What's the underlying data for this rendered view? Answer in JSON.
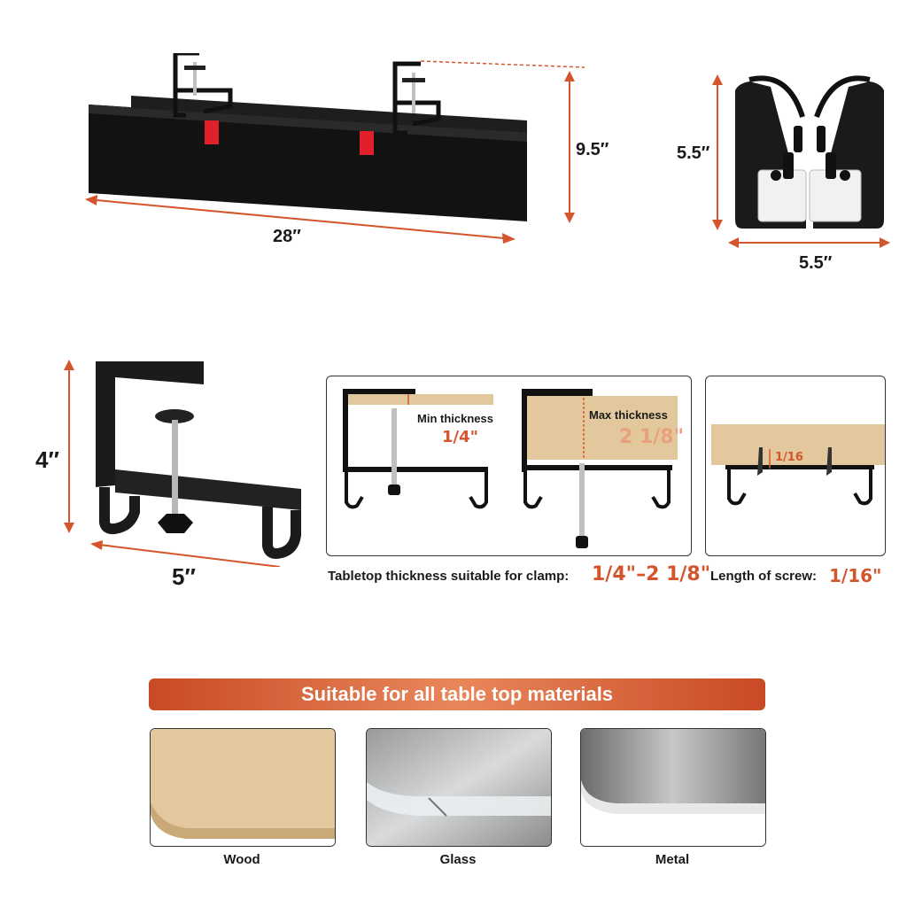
{
  "dimensions": {
    "tray_length": "28″",
    "tray_height": "9.5″",
    "end_height": "5.5″",
    "end_width": "5.5″",
    "clamp_height": "4″",
    "clamp_width": "5″"
  },
  "clamp_detail": {
    "min_label": "Min thickness",
    "min_value": "1/4\"",
    "max_label": "Max thickness",
    "max_value": "2 1/8\"",
    "screw_value": "1/16"
  },
  "captions": {
    "tabletop_text": "Tabletop thickness suitable for clamp:",
    "tabletop_range": "1/4\"–2 1/8\"",
    "screw_text": "Length of screw:",
    "screw_range": "1/16\""
  },
  "materials": {
    "banner": "Suitable for all table top materials",
    "items": [
      {
        "label": "Wood"
      },
      {
        "label": "Glass"
      },
      {
        "label": "Metal"
      }
    ]
  },
  "colors": {
    "accent": "#d4552b",
    "tray": "#111111",
    "strap": "#e0202a",
    "wood": "#e2c89c"
  }
}
